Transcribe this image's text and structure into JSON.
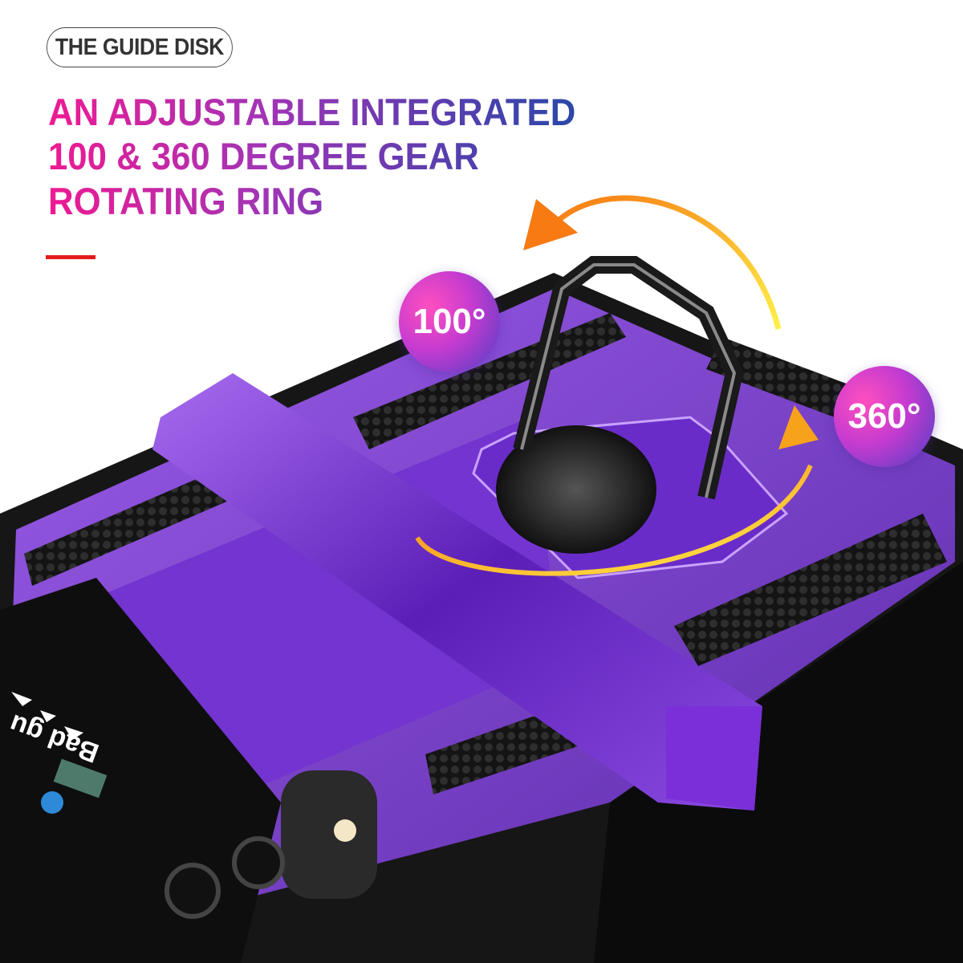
{
  "badge": {
    "label": "THE GUIDE DISK"
  },
  "headline": {
    "lines": [
      "AN ADJUSTABLE INTEGRATED",
      "100 & 360 DEGREE GEAR",
      "ROTATING RING"
    ],
    "gradient_colors": [
      "#ee1a92",
      "#2748a8"
    ]
  },
  "accent_line_color": "#e21b1b",
  "callouts": {
    "angle_small": "100°",
    "angle_large": "360°"
  },
  "phone_screen": {
    "song_title": "Bad gu"
  },
  "colors": {
    "case_purple": "#7a3fd0",
    "case_black": "#1a1a1a",
    "arrow_orange": "#f7a21b"
  }
}
